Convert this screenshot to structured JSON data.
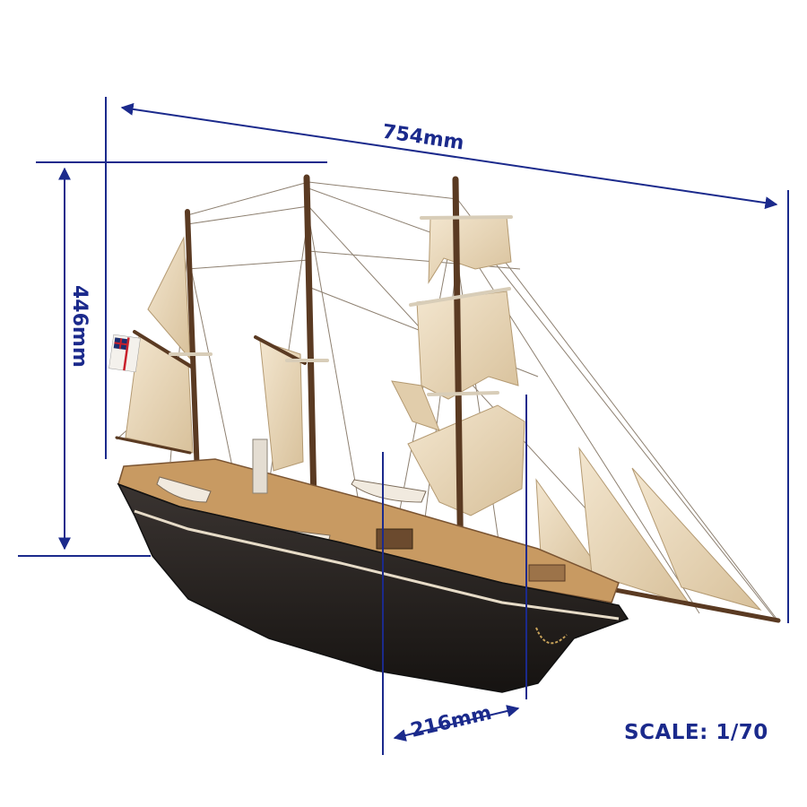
{
  "colors": {
    "dimension": "#1b2a8c",
    "hull": "#2a2624",
    "sail": "#ead9bd",
    "sail_shadow": "#c9b28c",
    "mast": "#5a3a22",
    "deck": "#c89a62",
    "rigging": "#6b5b4a"
  },
  "dimensions": {
    "length": "754mm",
    "height": "446mm",
    "beam": "216mm"
  },
  "scale": "SCALE: 1/70"
}
